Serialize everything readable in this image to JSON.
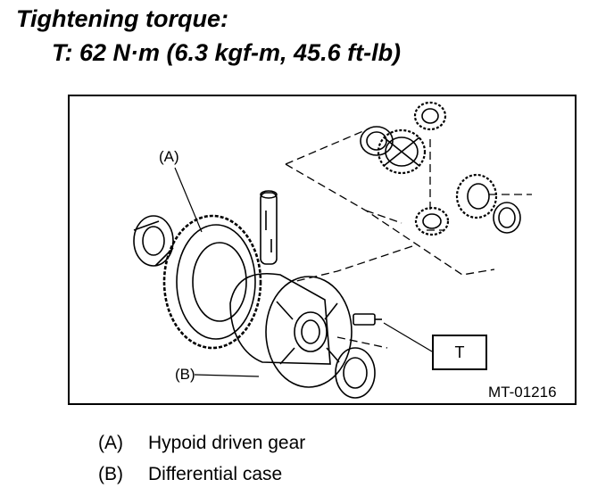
{
  "heading": {
    "title": "Tightening torque:",
    "value": "T: 62 N·m (6.3 kgf-m, 45.6 ft-lb)"
  },
  "figure": {
    "code": "MT-01216",
    "callouts": {
      "a": "(A)",
      "b": "(B)",
      "t": "T"
    }
  },
  "legend": [
    {
      "key": "(A)",
      "text": "Hypoid driven gear"
    },
    {
      "key": "(B)",
      "text": "Differential case"
    }
  ]
}
